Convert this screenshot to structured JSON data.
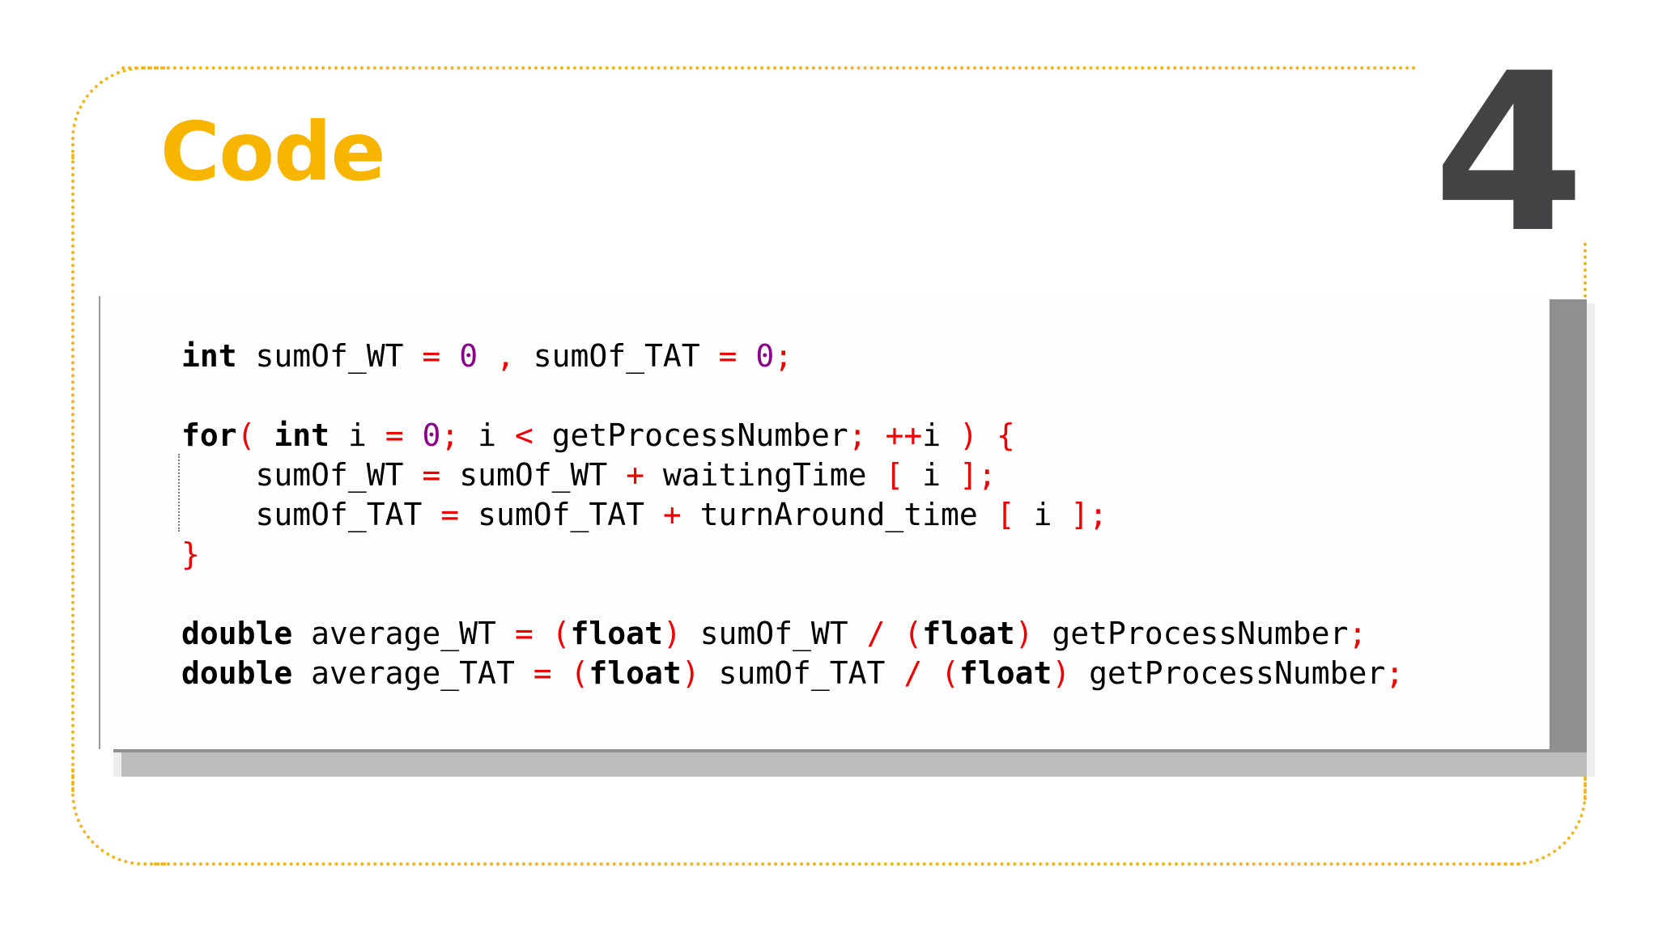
{
  "slide": {
    "title": "Code",
    "number": "4"
  },
  "code": {
    "lines": [
      [
        {
          "t": "int",
          "c": "kw"
        },
        {
          "t": " sumOf_WT ",
          "c": "id"
        },
        {
          "t": "=",
          "c": "op"
        },
        {
          "t": " ",
          "c": "id"
        },
        {
          "t": "0",
          "c": "num"
        },
        {
          "t": " ",
          "c": "id"
        },
        {
          "t": ",",
          "c": "op"
        },
        {
          "t": " sumOf_TAT ",
          "c": "id"
        },
        {
          "t": "=",
          "c": "op"
        },
        {
          "t": " ",
          "c": "id"
        },
        {
          "t": "0",
          "c": "num"
        },
        {
          "t": ";",
          "c": "op"
        }
      ],
      [],
      [
        {
          "t": "for",
          "c": "kw"
        },
        {
          "t": "(",
          "c": "op"
        },
        {
          "t": " ",
          "c": "id"
        },
        {
          "t": "int",
          "c": "kw"
        },
        {
          "t": " i ",
          "c": "id"
        },
        {
          "t": "=",
          "c": "op"
        },
        {
          "t": " ",
          "c": "id"
        },
        {
          "t": "0",
          "c": "num"
        },
        {
          "t": ";",
          "c": "op"
        },
        {
          "t": " i ",
          "c": "id"
        },
        {
          "t": "<",
          "c": "op"
        },
        {
          "t": " getProcessNumber",
          "c": "id"
        },
        {
          "t": ";",
          "c": "op"
        },
        {
          "t": " ",
          "c": "id"
        },
        {
          "t": "++",
          "c": "op"
        },
        {
          "t": "i ",
          "c": "id"
        },
        {
          "t": ")",
          "c": "op"
        },
        {
          "t": " ",
          "c": "id"
        },
        {
          "t": "{",
          "c": "op"
        }
      ],
      [
        {
          "t": "    sumOf_WT ",
          "c": "id"
        },
        {
          "t": "=",
          "c": "op"
        },
        {
          "t": " sumOf_WT ",
          "c": "id"
        },
        {
          "t": "+",
          "c": "op"
        },
        {
          "t": " waitingTime ",
          "c": "id"
        },
        {
          "t": "[",
          "c": "op"
        },
        {
          "t": " i ",
          "c": "id"
        },
        {
          "t": "];",
          "c": "op"
        }
      ],
      [
        {
          "t": "    sumOf_TAT ",
          "c": "id"
        },
        {
          "t": "=",
          "c": "op"
        },
        {
          "t": " sumOf_TAT ",
          "c": "id"
        },
        {
          "t": "+",
          "c": "op"
        },
        {
          "t": " turnAround_time ",
          "c": "id"
        },
        {
          "t": "[",
          "c": "op"
        },
        {
          "t": " i ",
          "c": "id"
        },
        {
          "t": "];",
          "c": "op"
        }
      ],
      [
        {
          "t": "}",
          "c": "op"
        }
      ],
      [],
      [
        {
          "t": "double",
          "c": "kw"
        },
        {
          "t": " average_WT ",
          "c": "id"
        },
        {
          "t": "=",
          "c": "op"
        },
        {
          "t": " ",
          "c": "id"
        },
        {
          "t": "(",
          "c": "op"
        },
        {
          "t": "float",
          "c": "kw"
        },
        {
          "t": ")",
          "c": "op"
        },
        {
          "t": " sumOf_WT ",
          "c": "id"
        },
        {
          "t": "/",
          "c": "op"
        },
        {
          "t": " ",
          "c": "id"
        },
        {
          "t": "(",
          "c": "op"
        },
        {
          "t": "float",
          "c": "kw"
        },
        {
          "t": ")",
          "c": "op"
        },
        {
          "t": " getProcessNumber",
          "c": "id"
        },
        {
          "t": ";",
          "c": "op"
        }
      ],
      [
        {
          "t": "double",
          "c": "kw"
        },
        {
          "t": " average_TAT ",
          "c": "id"
        },
        {
          "t": "=",
          "c": "op"
        },
        {
          "t": " ",
          "c": "id"
        },
        {
          "t": "(",
          "c": "op"
        },
        {
          "t": "float",
          "c": "kw"
        },
        {
          "t": ")",
          "c": "op"
        },
        {
          "t": " sumOf_TAT ",
          "c": "id"
        },
        {
          "t": "/",
          "c": "op"
        },
        {
          "t": " ",
          "c": "id"
        },
        {
          "t": "(",
          "c": "op"
        },
        {
          "t": "float",
          "c": "kw"
        },
        {
          "t": ")",
          "c": "op"
        },
        {
          "t": " getProcessNumber",
          "c": "id"
        },
        {
          "t": ";",
          "c": "op"
        }
      ]
    ]
  },
  "colors": {
    "accent": "#f7b500",
    "frame": "#f2b51c",
    "number": "#434244",
    "keyword": "#000000",
    "operator": "#ee0000",
    "literal": "#8a008a"
  }
}
